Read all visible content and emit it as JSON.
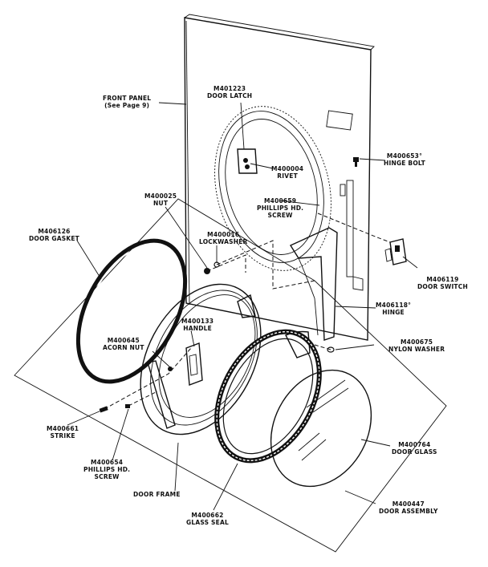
{
  "labels": {
    "front_panel": [
      "FRONT PANEL",
      "(See Page 9)"
    ],
    "door_latch": [
      "M401223",
      "DOOR LATCH"
    ],
    "rivet": [
      "M400004",
      "RIVET"
    ],
    "hinge_bolt": [
      "M400653°",
      "HINGE BOLT"
    ],
    "nut": [
      "M400025",
      "NUT"
    ],
    "phillips_screw_top": [
      "M400659",
      "PHILLIPS HD.",
      "SCREW"
    ],
    "door_gasket": [
      "M406126",
      "DOOR GASKET"
    ],
    "lockwasher": [
      "M400016",
      "LOCKWASHER"
    ],
    "door_switch": [
      "M406119",
      "DOOR SWITCH"
    ],
    "handle": [
      "M400133",
      "HANDLE"
    ],
    "hinge": [
      "M406118°",
      "HINGE"
    ],
    "acorn_nut": [
      "M400645",
      "ACORN NUT"
    ],
    "nylon_washer": [
      "M400675",
      "NYLON WASHER"
    ],
    "strike": [
      "M400661",
      "STRIKE"
    ],
    "phillips_screw_bottom": [
      "M400654",
      "PHILLIPS HD.",
      "SCREW"
    ],
    "door_glass": [
      "M400764",
      "DOOR GLASS"
    ],
    "door_frame": [
      "DOOR FRAME"
    ],
    "door_assembly": [
      "M400447",
      "DOOR ASSEMBLY"
    ],
    "glass_seal": [
      "M400662",
      "GLASS SEAL"
    ]
  }
}
